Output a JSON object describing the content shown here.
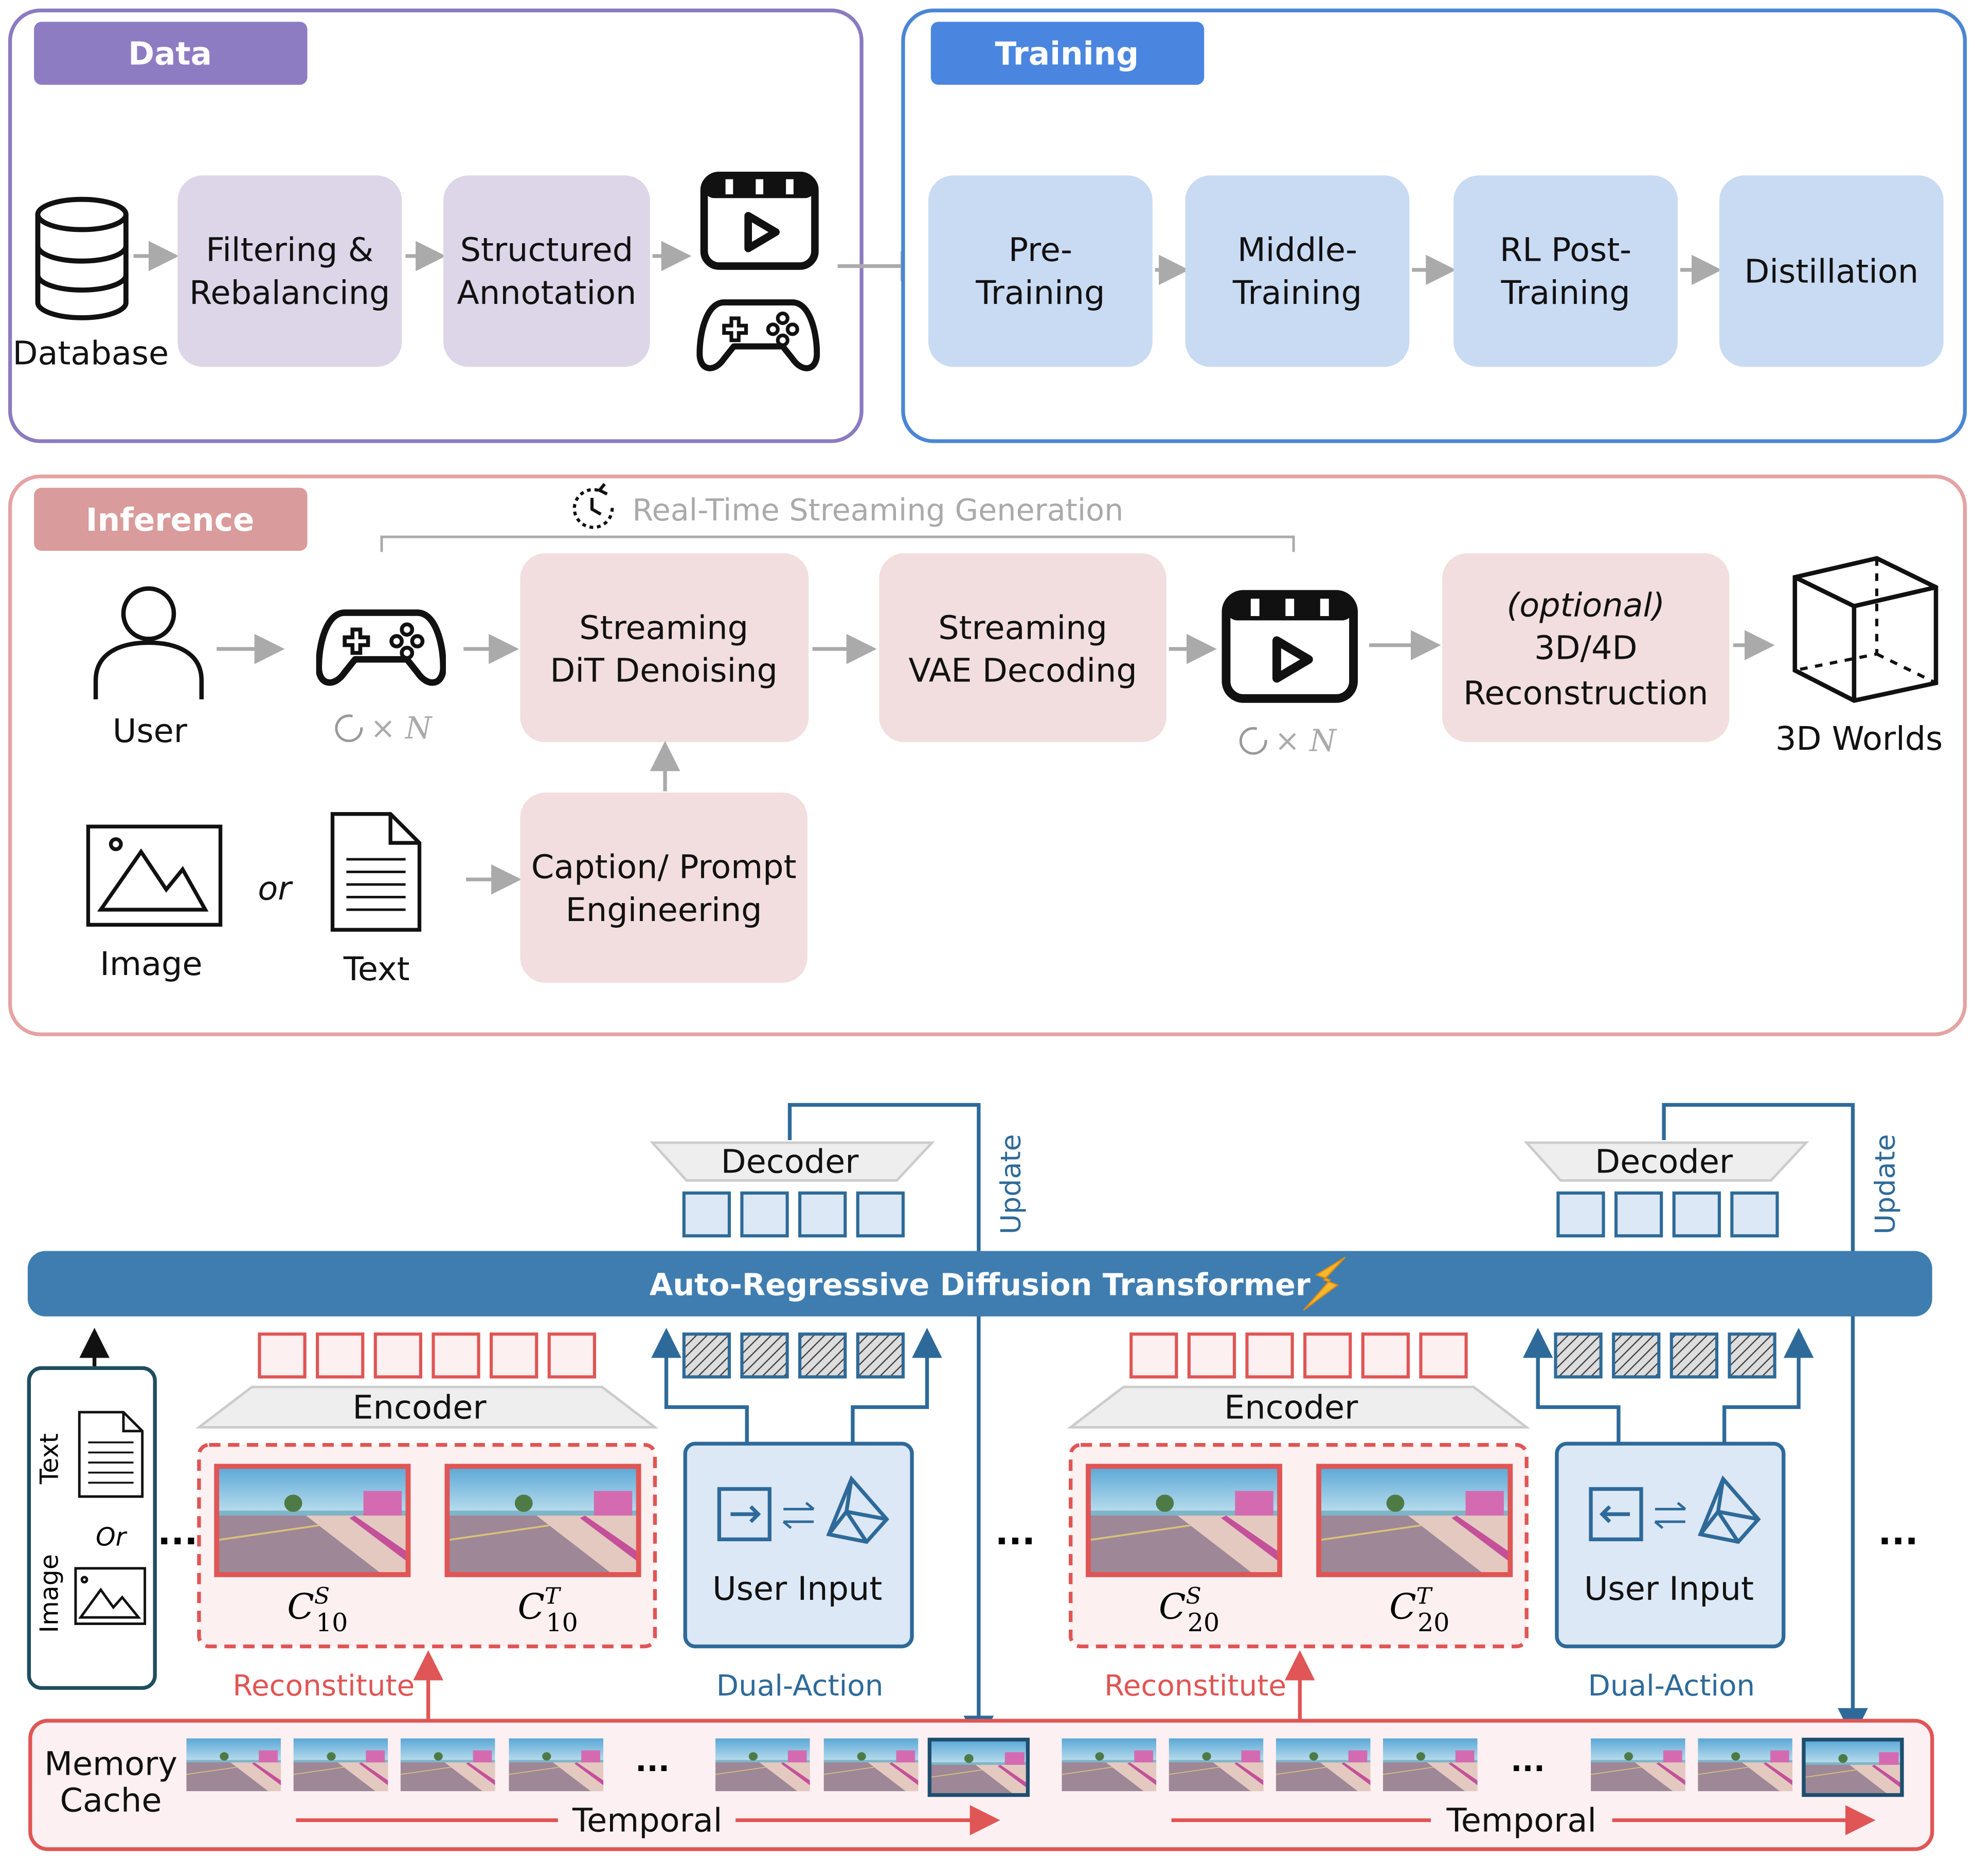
{
  "data_panel": {
    "title": "Data",
    "database": "Database",
    "steps": [
      {
        "line1": "Filtering &",
        "line2": "Rebalancing"
      },
      {
        "line1": "Structured",
        "line2": "Annotation"
      }
    ]
  },
  "training_panel": {
    "title": "Training",
    "steps": [
      {
        "line1": "Pre-",
        "line2": "Training"
      },
      {
        "line1": "Middle-",
        "line2": "Training"
      },
      {
        "line1": "RL Post-",
        "line2": "Training"
      },
      {
        "line1": "Distillation"
      }
    ]
  },
  "inference_panel": {
    "title": "Inference",
    "streaming_label": "Real-Time Streaming Generation",
    "user": "User",
    "repeat": "× N",
    "dit": {
      "line1": "Streaming",
      "line2": "DiT Denoising"
    },
    "vae": {
      "line1": "Streaming",
      "line2": "VAE Decoding"
    },
    "recon": {
      "line1": "(optional)",
      "line2": "3D/4D",
      "line3": "Reconstruction"
    },
    "worlds": "3D Worlds",
    "image": "Image",
    "or": "or",
    "text": "Text",
    "caption": {
      "line1": "Caption/ Prompt",
      "line2": "Engineering"
    }
  },
  "architecture": {
    "transformer": "Auto-Regressive Diffusion Transformer",
    "decoder": "Decoder",
    "encoder": "Encoder",
    "update": "Update",
    "user_input": "User Input",
    "dual_action": "Dual-Action",
    "reconstitute": "Reconstitute",
    "ellipsis": "...",
    "condition": {
      "text": "Text",
      "or": "Or",
      "image": "Image"
    },
    "clips": [
      {
        "s_label": "C",
        "s_sup": "S",
        "s_sub": "10",
        "t_label": "C",
        "t_sup": "T",
        "t_sub": "10"
      },
      {
        "s_label": "C",
        "s_sup": "S",
        "s_sub": "20",
        "t_label": "C",
        "t_sup": "T",
        "t_sub": "20"
      }
    ],
    "memory": {
      "line1": "Memory",
      "line2": "Cache"
    },
    "temporal": "Temporal"
  },
  "colors": {
    "data": "#8e7cc3",
    "training": "#4a86e0",
    "inference": "#d99b9b",
    "transformer": "#3f7db0",
    "red": "#e05555",
    "blue": "#2e6a99"
  }
}
